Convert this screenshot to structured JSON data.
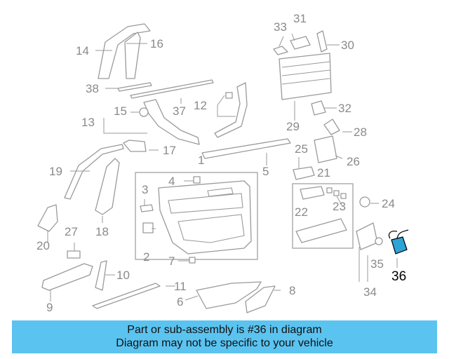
{
  "diagram": {
    "callouts": [
      "1",
      "2",
      "3",
      "4",
      "5",
      "6",
      "7",
      "8",
      "9",
      "10",
      "11",
      "12",
      "13",
      "14",
      "15",
      "16",
      "17",
      "18",
      "19",
      "20",
      "21",
      "22",
      "23",
      "24",
      "25",
      "26",
      "27",
      "28",
      "29",
      "30",
      "31",
      "32",
      "33",
      "34",
      "35",
      "36",
      "37",
      "38"
    ],
    "highlighted_part": "36",
    "highlight_color": "#2fa3d6"
  },
  "banner": {
    "line1": "Part or sub-assembly is #36 in diagram",
    "line2": "Diagram may not be specific to your vehicle",
    "background": "#5bc3f0"
  }
}
